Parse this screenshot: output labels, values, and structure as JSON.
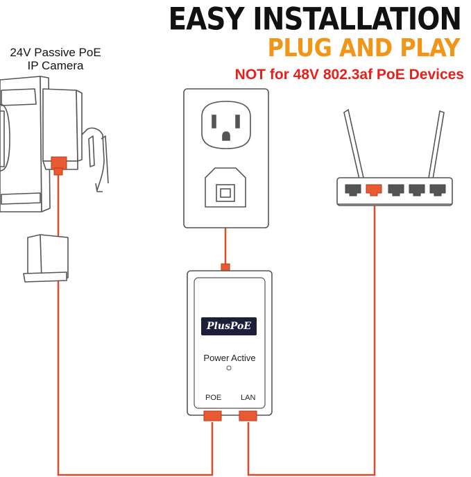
{
  "header": {
    "title": "EASY INSTALLATION",
    "subtitle": "PLUG AND PLAY",
    "warning": "NOT for 48V 802.3af PoE Devices"
  },
  "camera": {
    "label_line1": "24V Passive PoE",
    "label_line2": "IP Camera",
    "icon": "ip-camera-icon"
  },
  "outlet": {
    "icon": "wall-outlet-icon"
  },
  "router": {
    "icon": "router-icon",
    "port_count": 5,
    "active_port": 2
  },
  "injector": {
    "logo": "PlusPoE",
    "status": "Power Active",
    "port_poe": "POE",
    "port_lan": "LAN"
  },
  "colors": {
    "title": "#111111",
    "subtitle": "#f29416",
    "warning": "#e8201a",
    "cable": "#e04a2a",
    "connector": "#e85a32",
    "outline": "#555555"
  }
}
